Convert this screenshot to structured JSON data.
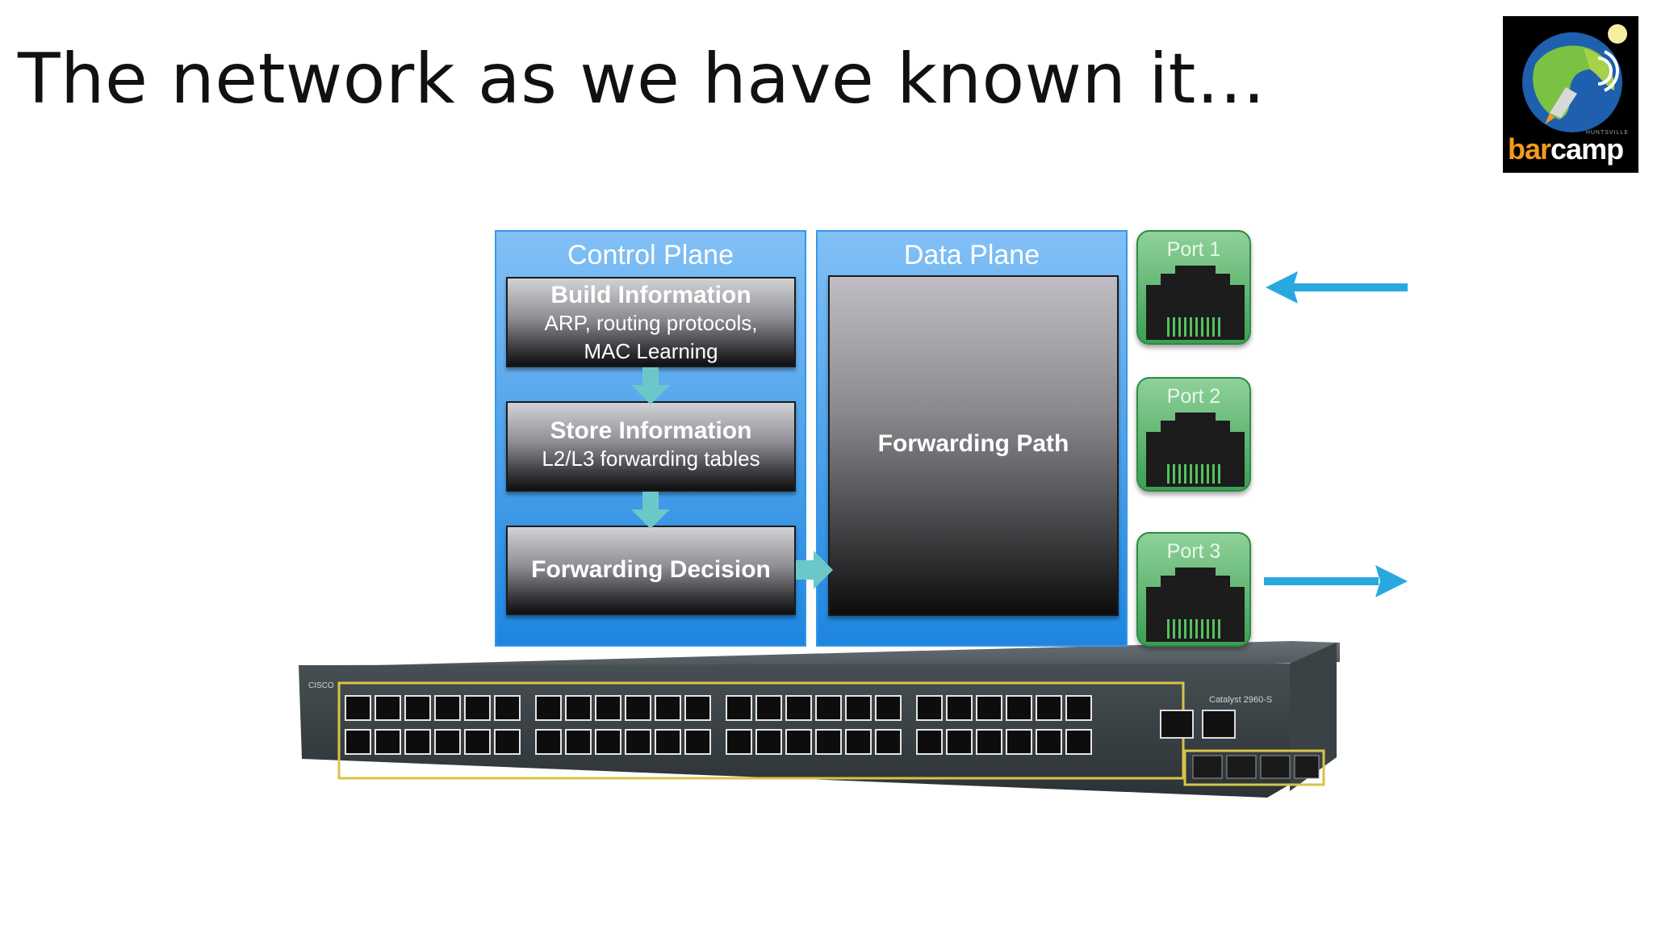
{
  "slide": {
    "title": "The network as we have known it…"
  },
  "logo": {
    "name": "barcamp",
    "brand_bar": "bar",
    "brand_camp": "camp",
    "sub": "HUNTSVILLE"
  },
  "diagram": {
    "control_plane": {
      "title": "Control Plane",
      "build": {
        "head": "Build Information",
        "line1": "ARP, routing protocols,",
        "line2": "MAC Learning"
      },
      "store": {
        "head": "Store Information",
        "line1": "L2/L3 forwarding tables"
      },
      "decision": {
        "head": "Forwarding Decision"
      }
    },
    "data_plane": {
      "title": "Data Plane",
      "path": "Forwarding Path"
    },
    "ports": [
      {
        "label": "Port 1",
        "traffic": "incoming"
      },
      {
        "label": "Port 2",
        "traffic": "none"
      },
      {
        "label": "Port 3",
        "traffic": "outgoing"
      }
    ],
    "switch_model": "Catalyst 2960-S",
    "switch_brand": "CISCO"
  },
  "colors": {
    "plane_blue": "#1d86e0",
    "port_green": "#3c9f52",
    "arrow_cyan": "#29a8e0",
    "flow_arrow_teal": "#6cc7c9"
  }
}
